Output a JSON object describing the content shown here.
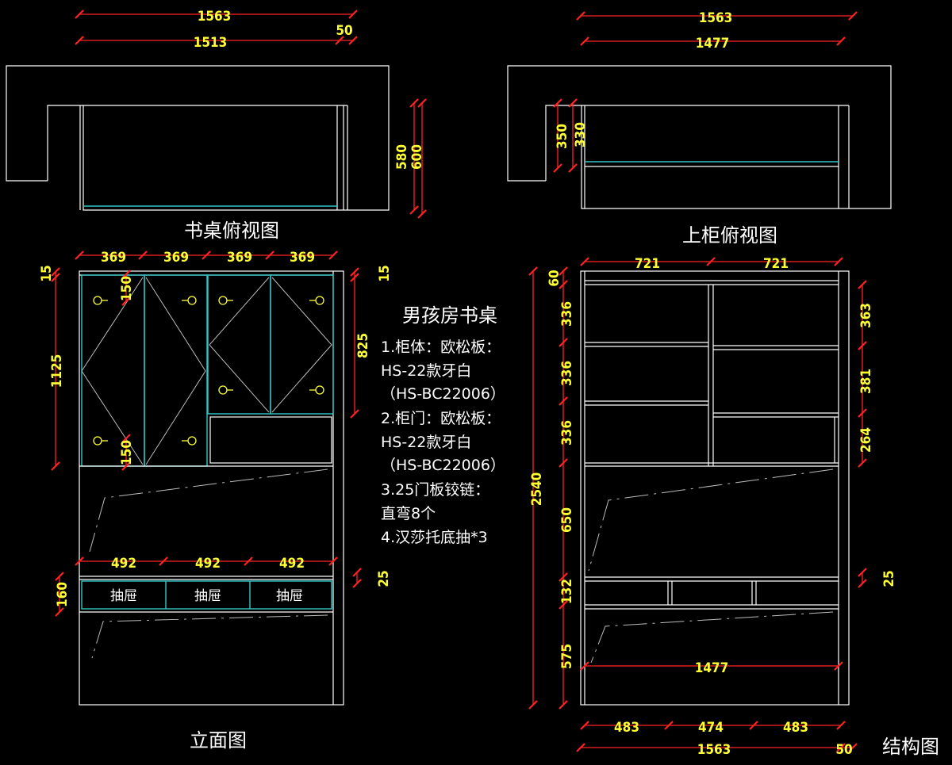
{
  "titles": {
    "desk_top_view": "书桌俯视图",
    "upper_cabinet_top_view": "上柜俯视图",
    "elevation": "立面图",
    "structure": "结构图"
  },
  "notes": {
    "heading": "男孩房书桌",
    "lines": [
      "1.柜体：欧松板：",
      "HS-22款牙白",
      "（HS-BC22006）",
      "2.柜门：欧松板：",
      "HS-22款牙白",
      "（HS-BC22006）",
      "3.25门板铰链：",
      "直弯8个",
      "4.汉莎托底抽*3"
    ]
  },
  "drawer_label": "抽屉",
  "dimensions": {
    "desk_top": {
      "overall": "1563",
      "inner": "1513",
      "side": "50",
      "depth_a": "580",
      "depth_b": "600"
    },
    "upper_top": {
      "overall": "1563",
      "inner": "1477",
      "depth_a": "350",
      "depth_b": "330"
    },
    "elevation": {
      "door_widths": [
        "369",
        "369",
        "369",
        "369"
      ],
      "top_left": "15",
      "top_right": "15",
      "upper_height": "1125",
      "door_height": "825",
      "handle_offset_top": "150",
      "handle_offset_bottom": "150",
      "drawer_widths": [
        "492",
        "492",
        "492"
      ],
      "drawer_height": "160",
      "drawer_gap": "25"
    },
    "structure": {
      "top_widths": [
        "721",
        "721"
      ],
      "left_heights": [
        "60",
        "336",
        "336",
        "336",
        "650",
        "132",
        "575"
      ],
      "right_heights": [
        "363",
        "381",
        "264"
      ],
      "total_height": "2540",
      "right_gap": "25",
      "inner_width": "1477",
      "bottom_widths": [
        "483",
        "474",
        "483"
      ],
      "overall": "1563",
      "side": "50"
    }
  },
  "colors": {
    "background": "#000000",
    "line": "#ffffff",
    "door": "#33c6c6",
    "dimension": "#ff2222",
    "dim_text": "#ffff33"
  }
}
